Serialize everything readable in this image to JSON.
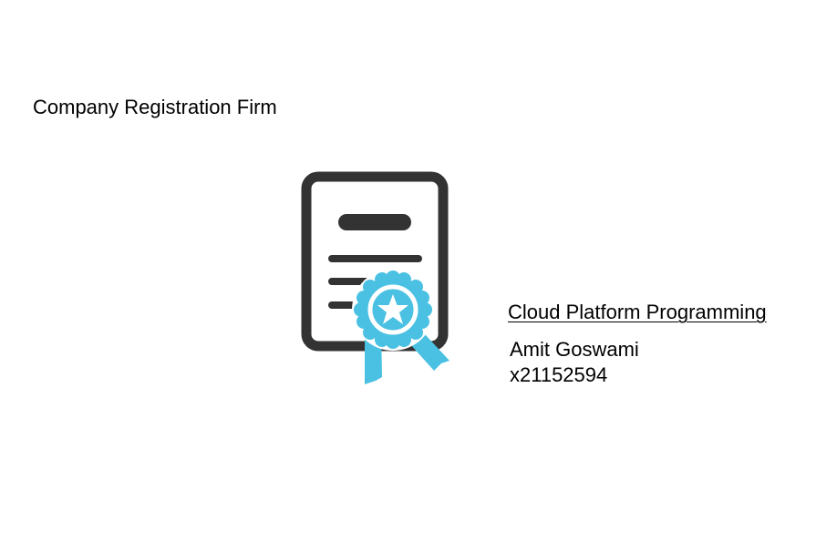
{
  "header": {
    "title": "Company Registration Firm"
  },
  "icon": {
    "name": "certificate-icon",
    "document_color": "#333333",
    "ribbon_color": "#4ac1e3"
  },
  "info": {
    "course": "Cloud Platform Programming",
    "author": "Amit Goswami",
    "student_id": "x21152594"
  }
}
